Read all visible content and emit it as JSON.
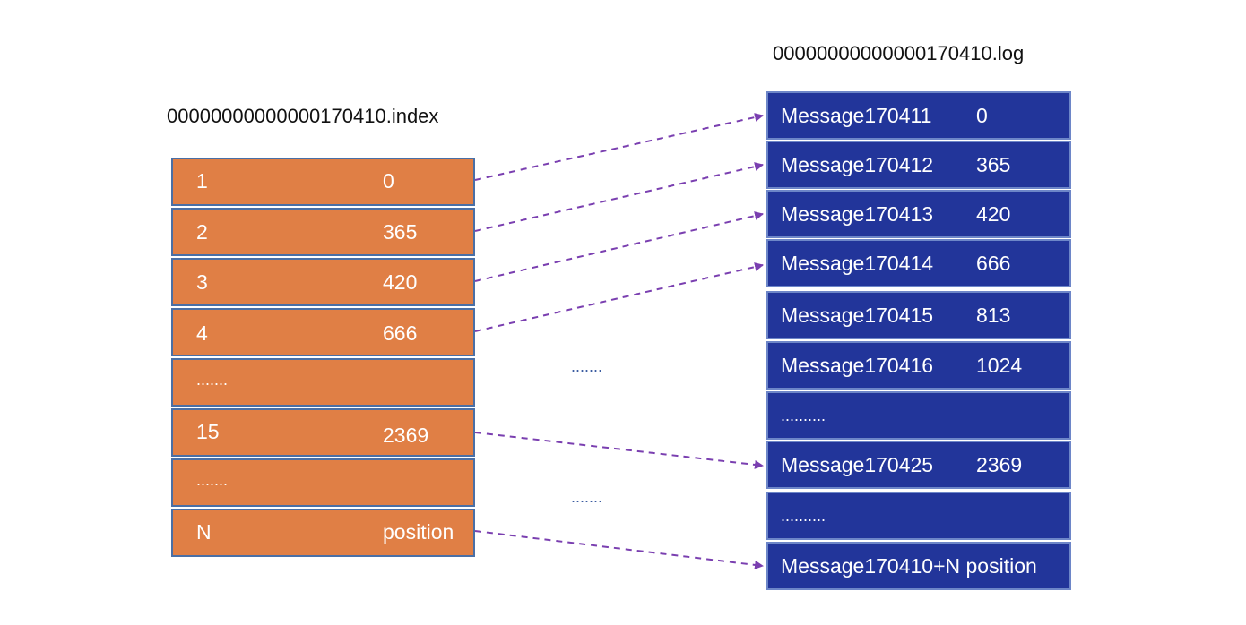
{
  "index_file": {
    "title": "00000000000000170410.index",
    "rows": [
      {
        "relative_offset": "1",
        "position": "0"
      },
      {
        "relative_offset": "2",
        "position": "365"
      },
      {
        "relative_offset": "3",
        "position": "420"
      },
      {
        "relative_offset": "4",
        "position": "666"
      },
      {
        "relative_offset": ".......",
        "position": ""
      },
      {
        "relative_offset": "15",
        "position": "2369"
      },
      {
        "relative_offset": ".......",
        "position": ""
      },
      {
        "relative_offset": "N",
        "position": "position"
      }
    ]
  },
  "log_file": {
    "title": "00000000000000170410.log",
    "rows": [
      {
        "message": "Message170411",
        "position": "0"
      },
      {
        "message": "Message170412",
        "position": "365"
      },
      {
        "message": "Message170413",
        "position": "420"
      },
      {
        "message": "Message170414",
        "position": "666"
      },
      {
        "message": "Message170415",
        "position": "813"
      },
      {
        "message": "Message170416",
        "position": "1024"
      },
      {
        "message": "..........",
        "position": ""
      },
      {
        "message": "Message170425",
        "position": "2369"
      },
      {
        "message": "..........",
        "position": ""
      },
      {
        "message": "Message170410+N position",
        "position": ""
      }
    ]
  },
  "gap_markers": [
    ".......",
    "......."
  ],
  "arrows": [
    {
      "from_index_row": 0,
      "to_log_row": 0
    },
    {
      "from_index_row": 1,
      "to_log_row": 1
    },
    {
      "from_index_row": 2,
      "to_log_row": 2
    },
    {
      "from_index_row": 3,
      "to_log_row": 3
    },
    {
      "from_index_row": 5,
      "to_log_row": 7
    },
    {
      "from_index_row": 7,
      "to_log_row": 9
    }
  ],
  "colors": {
    "index_fill": "#e07f45",
    "log_fill": "#22359a",
    "arrow": "#7a3fb0"
  }
}
